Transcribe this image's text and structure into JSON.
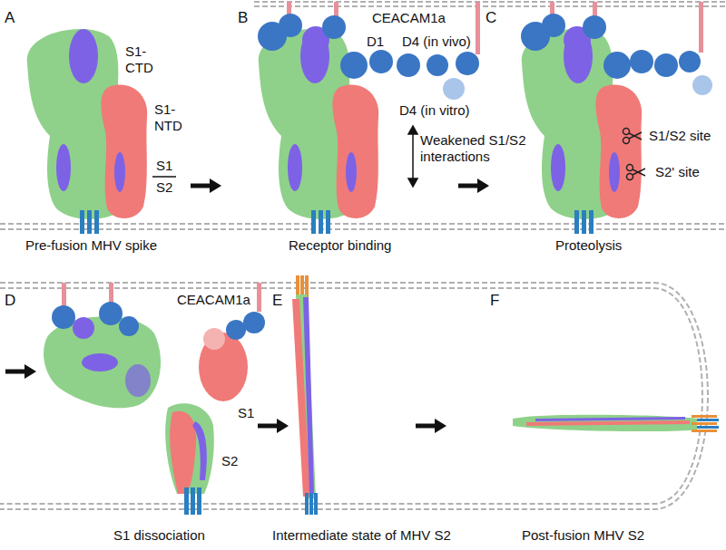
{
  "diagram": {
    "labels": [
      "A",
      "S1-CTD",
      "S1-NTD",
      "S1",
      "S2",
      "Pre-fusion MHV spike",
      "B",
      "CEACAM1a",
      "D1",
      "D4 (in vivo)",
      "D4 (in vitro)",
      "Weakened S1/S2 interactions",
      "Receptor binding",
      "C",
      "S1/S2 site",
      "S2' site",
      "Proteolysis",
      "D",
      "CEACAM1a",
      "S1",
      "S2",
      "S1 dissociation",
      "E",
      "Intermediate state of MHV S2",
      "F",
      "Post-fusion MHV S2"
    ]
  }
}
